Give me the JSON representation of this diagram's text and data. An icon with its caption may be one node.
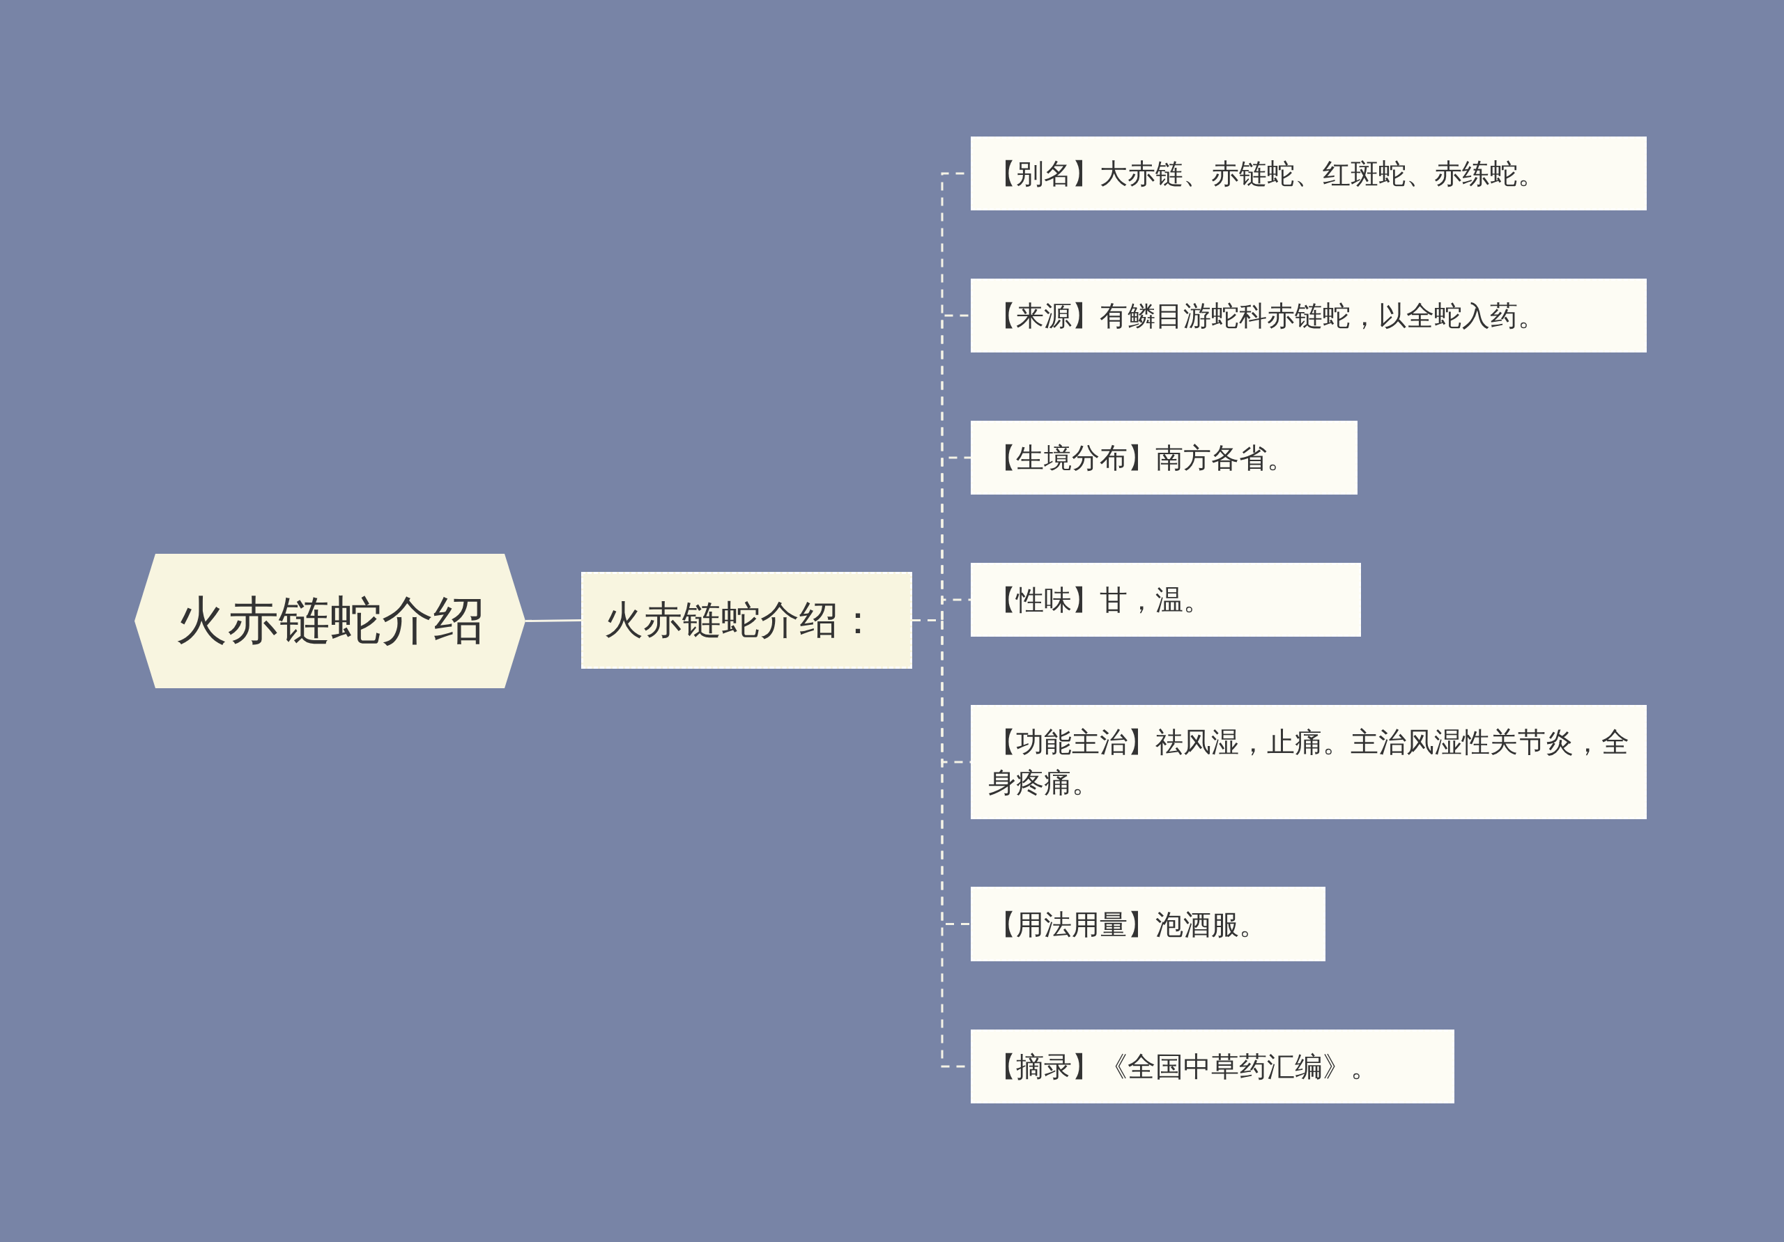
{
  "diagram": {
    "nodes": [
      {
        "text": [
          "火赤链蛇介绍"
        ]
      },
      {
        "text": [
          "火赤链蛇介绍："
        ]
      },
      {
        "text": [
          "【别名】大赤链、赤链蛇、红斑蛇、赤练蛇。"
        ]
      },
      {
        "text": [
          "【来源】有鳞目游蛇科赤链蛇，以全蛇入药。"
        ]
      },
      {
        "text": [
          "【生境分布】南方各省。"
        ]
      },
      {
        "text": [
          "【性味】甘，温。"
        ]
      },
      {
        "text": [
          "【功能主治】祛风湿，止痛。主治风湿性关节炎，全身疼痛。"
        ]
      },
      {
        "text": [
          "【用法用量】泡酒服。"
        ]
      },
      {
        "text": [
          "【摘录】《全国中草药汇编》。"
        ]
      }
    ],
    "edges": [
      {
        "from": 0,
        "to": 1,
        "arrow": "none"
      },
      {
        "from": 1,
        "to": 2,
        "arrow": "none",
        "style": "dashed"
      },
      {
        "from": 1,
        "to": 3,
        "arrow": "none",
        "style": "dashed"
      },
      {
        "from": 1,
        "to": 4,
        "arrow": "none",
        "style": "dashed"
      },
      {
        "from": 1,
        "to": 5,
        "arrow": "none",
        "style": "dashed"
      },
      {
        "from": 1,
        "to": 6,
        "arrow": "none",
        "style": "dashed"
      },
      {
        "from": 1,
        "to": 7,
        "arrow": "none",
        "style": "dashed"
      },
      {
        "from": 1,
        "to": 8,
        "arrow": "none",
        "style": "dashed"
      }
    ]
  }
}
